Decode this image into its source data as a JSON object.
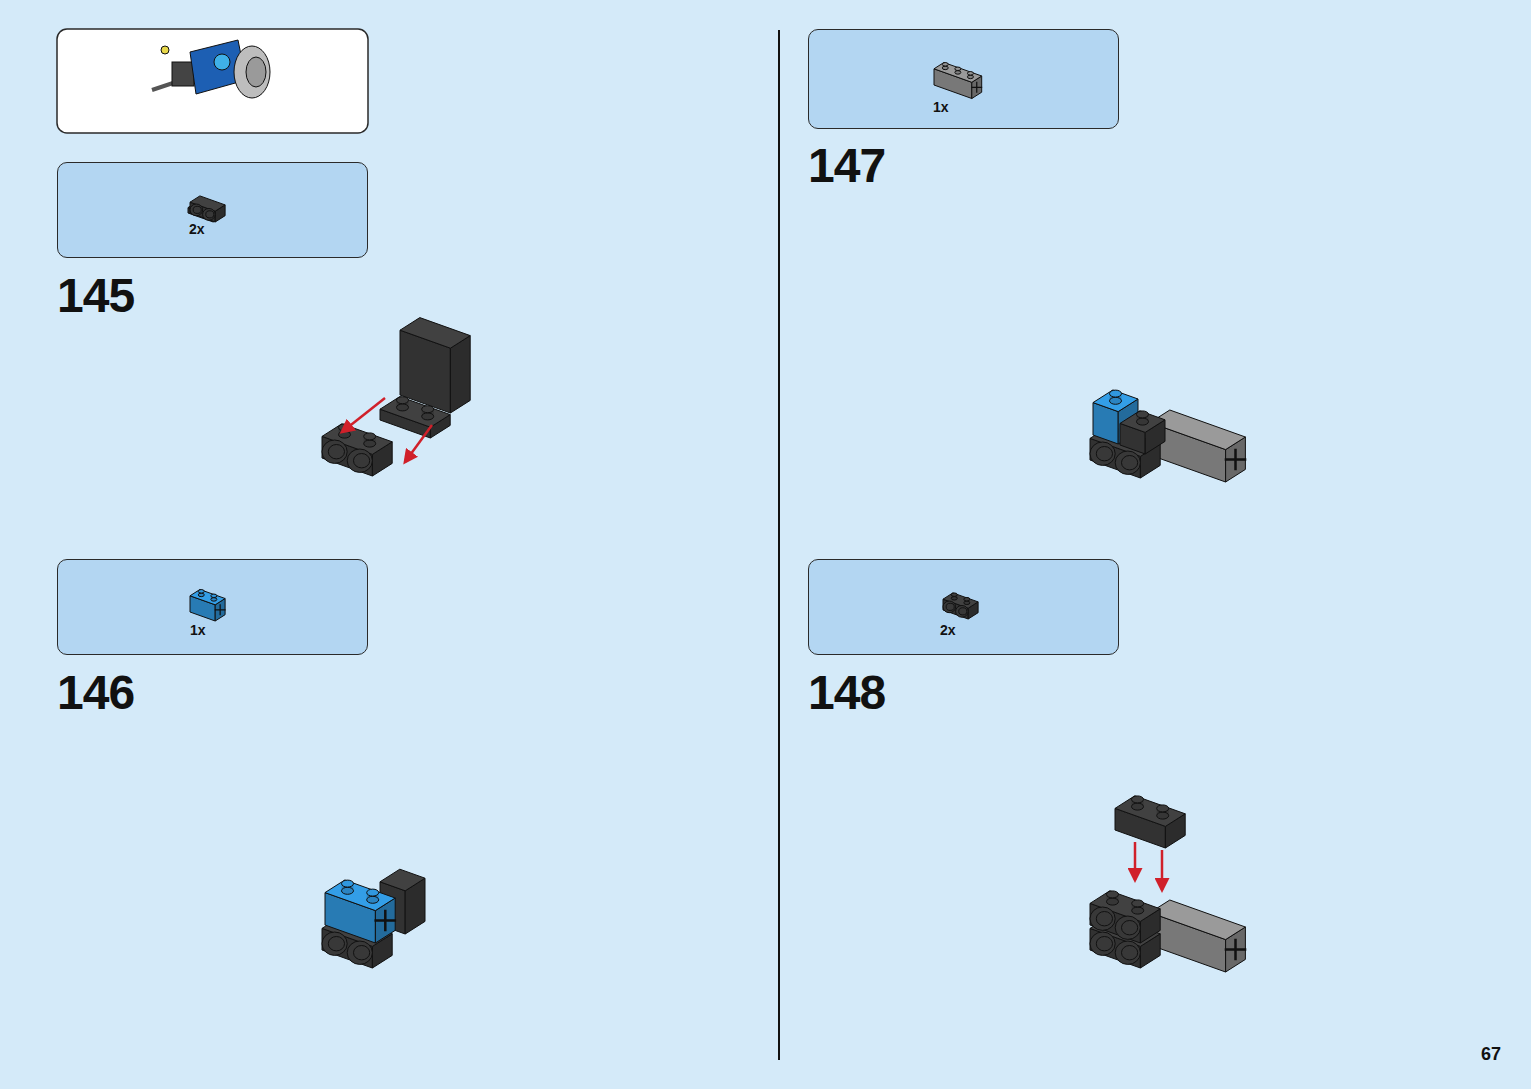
{
  "diagram": {
    "nodes": [
      {
        "text": [
          "2x"
        ]
      },
      {
        "text": [
          "1x"
        ]
      },
      {
        "text": [
          "1x"
        ]
      },
      {
        "text": [
          "2x"
        ]
      }
    ],
    "labels": [
      "145",
      "146",
      "147",
      "148",
      "67"
    ]
  }
}
